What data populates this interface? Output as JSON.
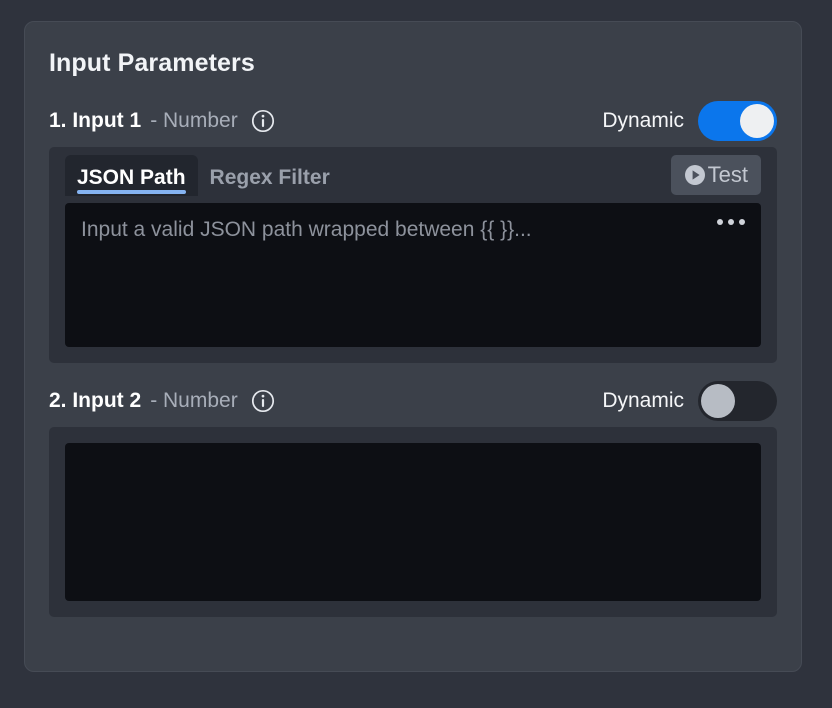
{
  "panel": {
    "title": "Input Parameters"
  },
  "parameters": [
    {
      "index_label": "1. Input 1",
      "type_label": "- Number",
      "info_icon": "info-circle-icon",
      "dynamic_label": "Dynamic",
      "dynamic_enabled": true,
      "tabs": [
        {
          "label": "JSON Path",
          "active": true
        },
        {
          "label": "Regex Filter",
          "active": false
        }
      ],
      "test_button": {
        "label": "Test",
        "icon": "play-circle-icon"
      },
      "editor": {
        "value": "",
        "placeholder": "Input a valid JSON path wrapped between {{ }}...",
        "more_icon": "ellipsis-icon"
      }
    },
    {
      "index_label": "2. Input 2",
      "type_label": "- Number",
      "info_icon": "info-circle-icon",
      "dynamic_label": "Dynamic",
      "dynamic_enabled": false,
      "editor": {
        "value": "",
        "placeholder": ""
      }
    }
  ],
  "colors": {
    "page_background": "#2f333d",
    "card_background": "#3b4049",
    "section_background": "#2d313a",
    "editor_background": "#0d0f14",
    "toggle_on": "#0b76ec",
    "toggle_off": "#23262d",
    "tab_underline": "#85b4f2",
    "active_tab_background": "#22262e",
    "test_button_background": "#4b515c"
  }
}
